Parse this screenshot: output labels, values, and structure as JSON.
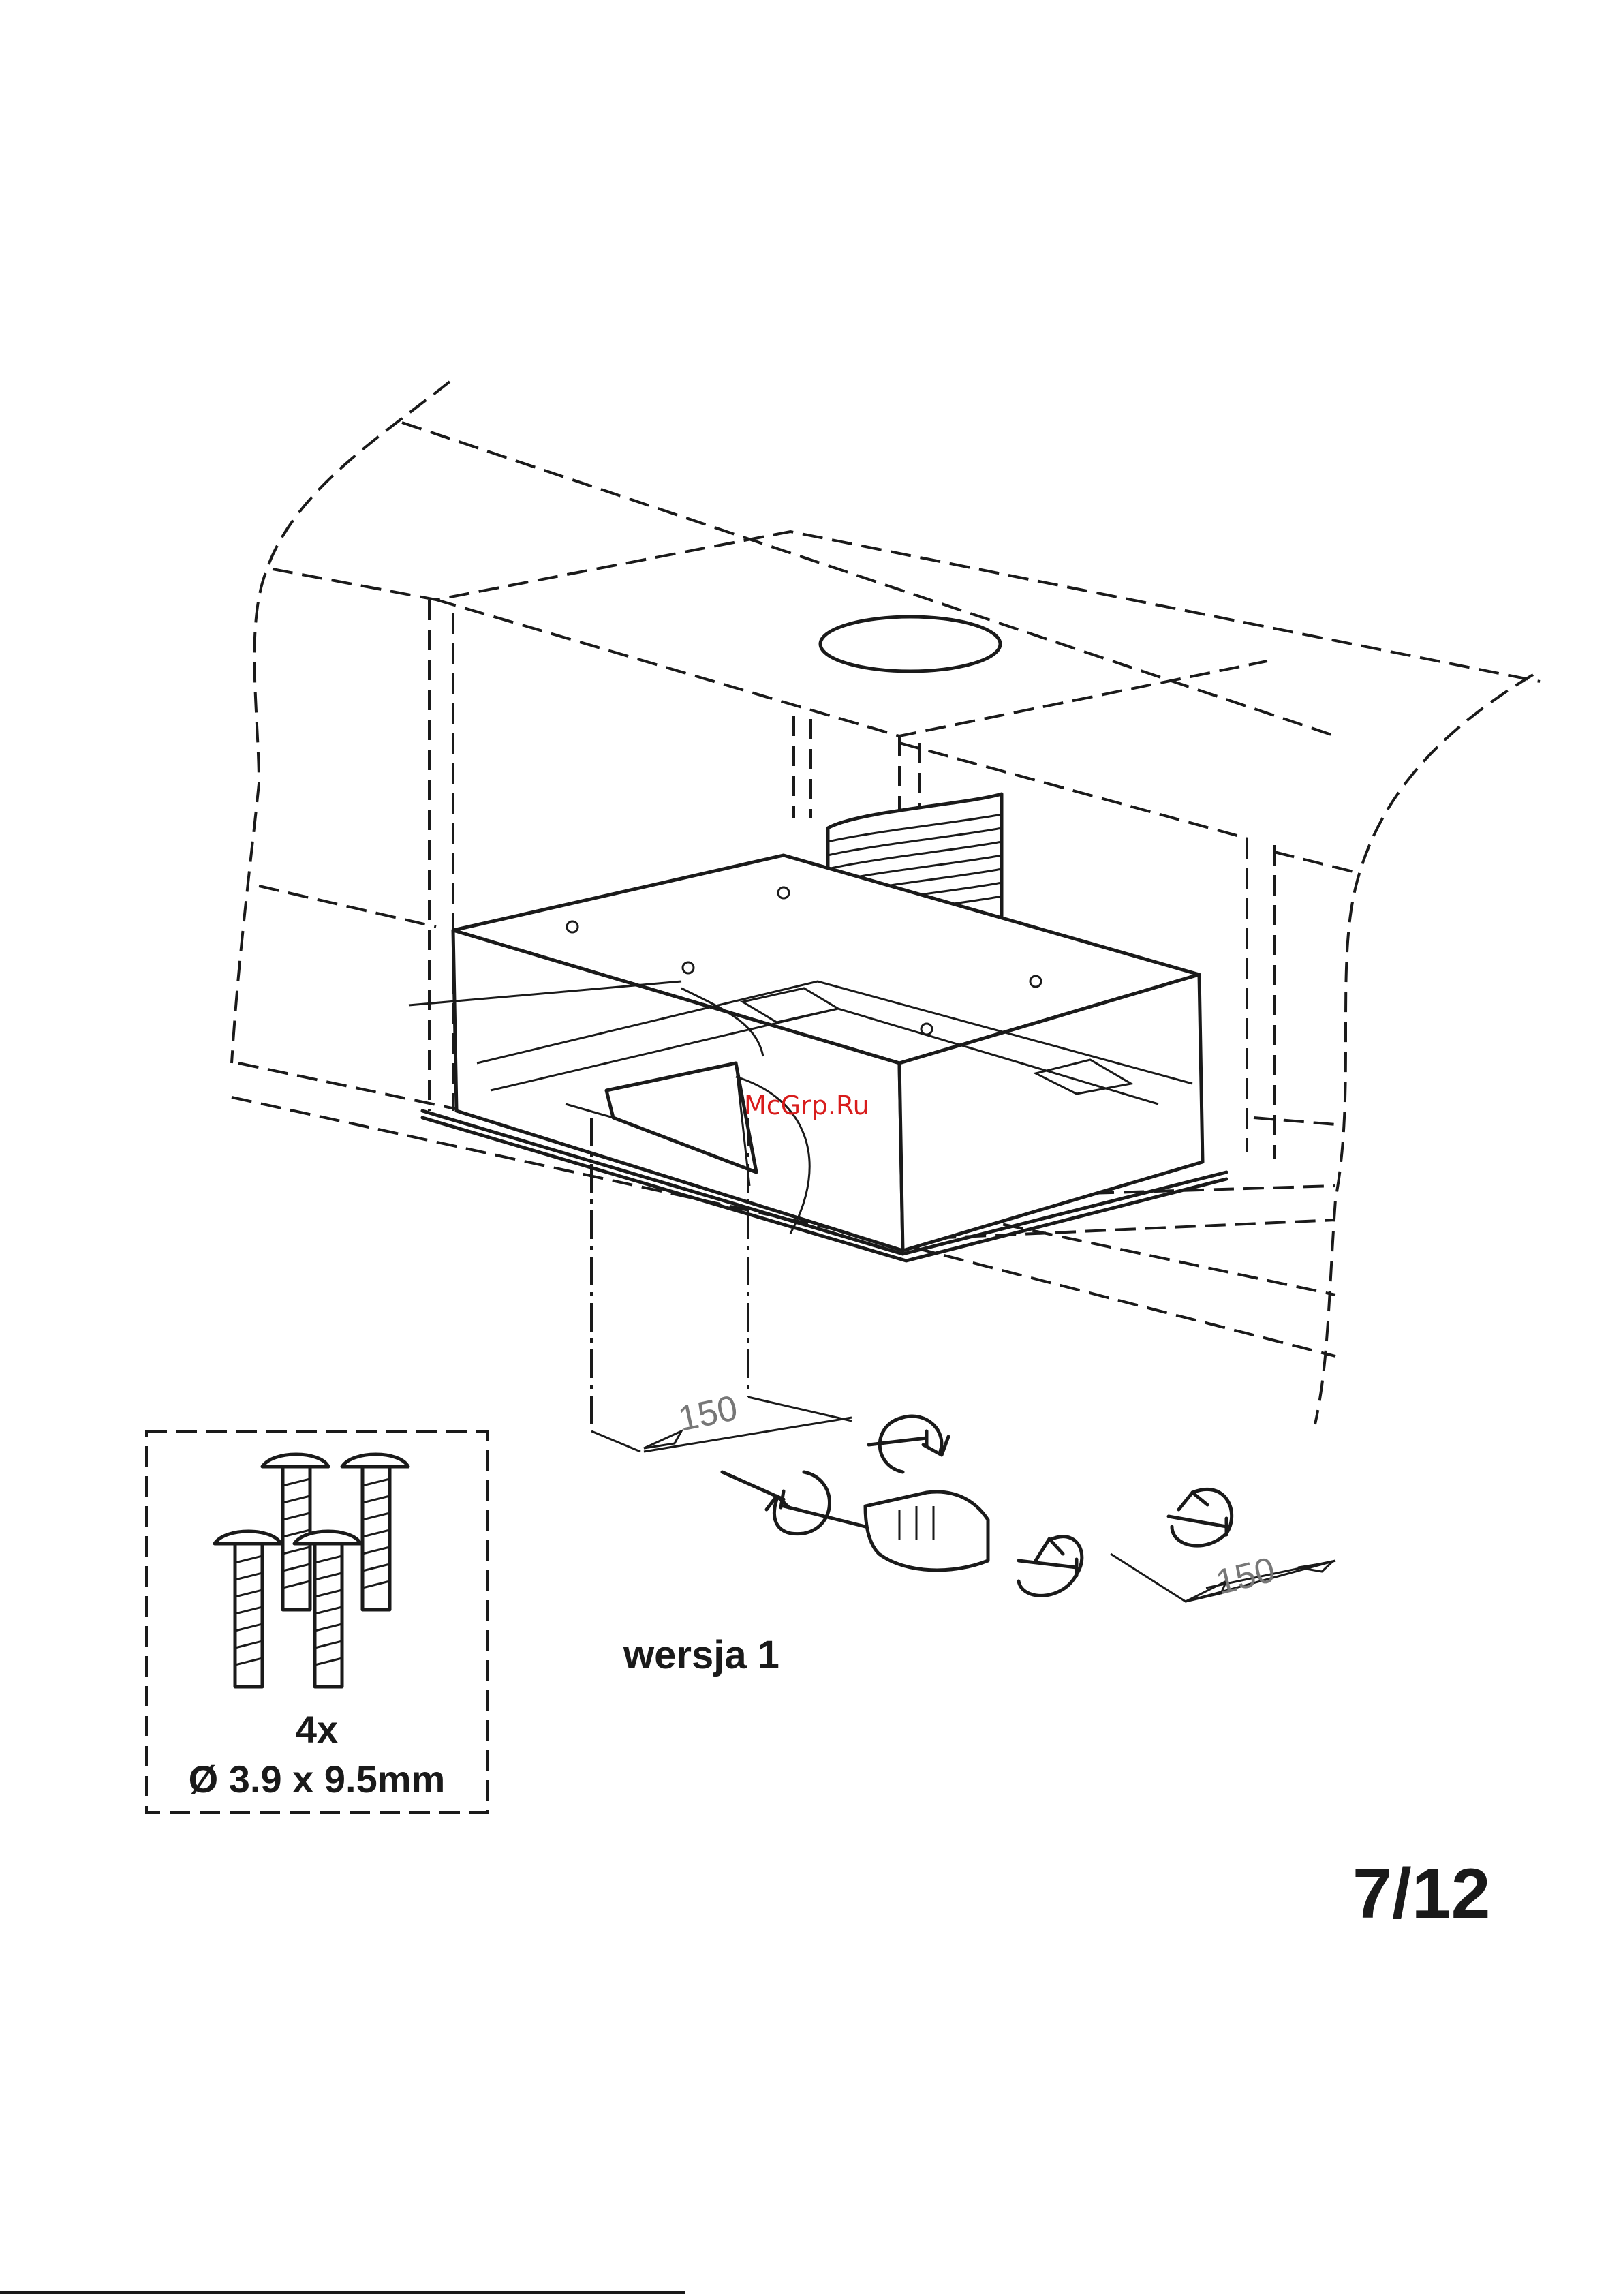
{
  "labels": {
    "variant": "wersja 1",
    "screw_quantity": "4x",
    "screw_size": "Ø 3.9 x 9.5mm",
    "page_number": "7/12",
    "watermark": "McGrp.Ru"
  },
  "dimensions": {
    "left_offset": "150",
    "right_offset": "150"
  },
  "icons": [
    "screw-icon",
    "rotation-arrow-icon",
    "screwdriver-hand-icon"
  ],
  "colors": {
    "line": "#1a1a1a",
    "watermark": "#d81c1c",
    "dimension_text": "#777777"
  }
}
